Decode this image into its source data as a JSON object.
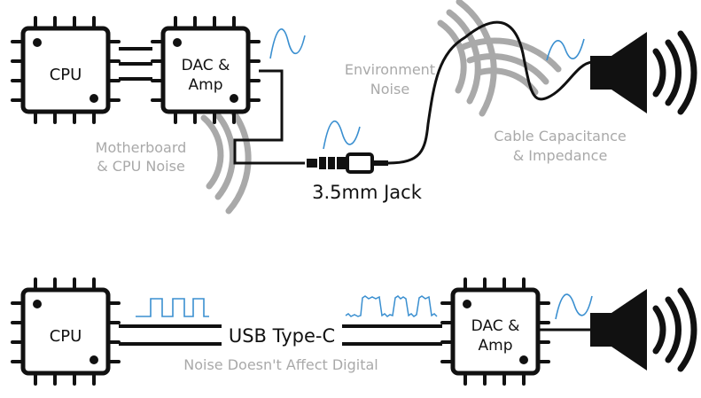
{
  "colors": {
    "chip_stroke": "#111111",
    "wire": "#111111",
    "noise": "#a9a9a9",
    "label_gray": "#a9a9a9",
    "signal": "#3a8fd0"
  },
  "top": {
    "cpu_label": "CPU",
    "dac_label_1": "DAC &",
    "dac_label_2": "Amp",
    "motherboard_noise_1": "Motherboard",
    "motherboard_noise_2": "& CPU Noise",
    "environment_noise_1": "Environment",
    "environment_noise_2": "Noise",
    "cable_1": "Cable Capacitance",
    "cable_2": "& Impedance",
    "jack_label": "3.5mm Jack"
  },
  "bottom": {
    "cpu_label": "CPU",
    "dac_label_1": "DAC &",
    "dac_label_2": "Amp",
    "usb_label": "USB Type-C",
    "digital_note": "Noise Doesn't Affect Digital"
  },
  "icons": {
    "speaker": "speaker-icon",
    "chip": "chip-icon",
    "noise": "noise-waves-icon",
    "sine": "sine-wave-icon",
    "square": "square-wave-icon"
  }
}
